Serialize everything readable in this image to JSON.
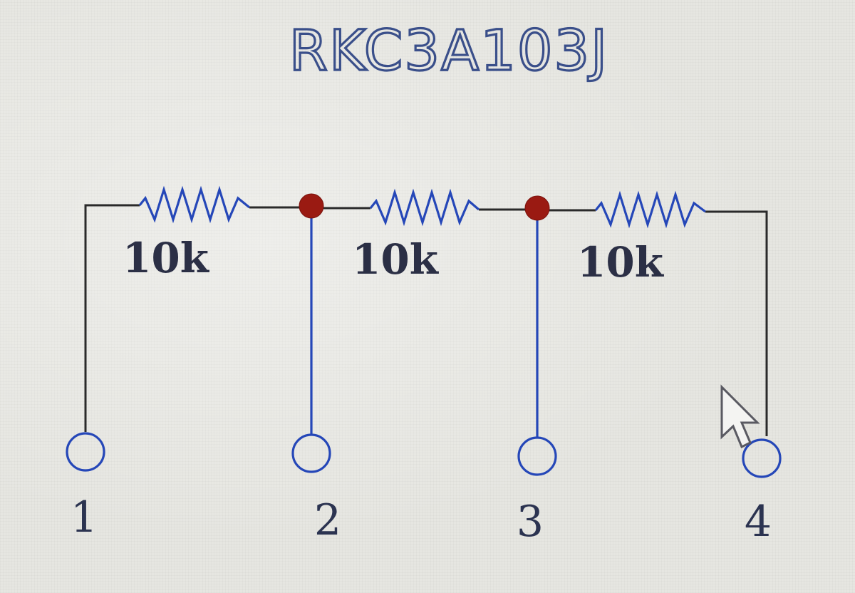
{
  "title": "RKC3A103J",
  "resistors": [
    {
      "value_label": "10k"
    },
    {
      "value_label": "10k"
    },
    {
      "value_label": "10k"
    }
  ],
  "pins": [
    {
      "label": "1"
    },
    {
      "label": "2"
    },
    {
      "label": "3"
    },
    {
      "label": "4"
    }
  ],
  "colors": {
    "wire": "#2547b8",
    "junction": "#9a1a12",
    "background": "#e6e6e1"
  },
  "icons": {
    "cursor": "mouse-pointer-arrow-icon"
  }
}
